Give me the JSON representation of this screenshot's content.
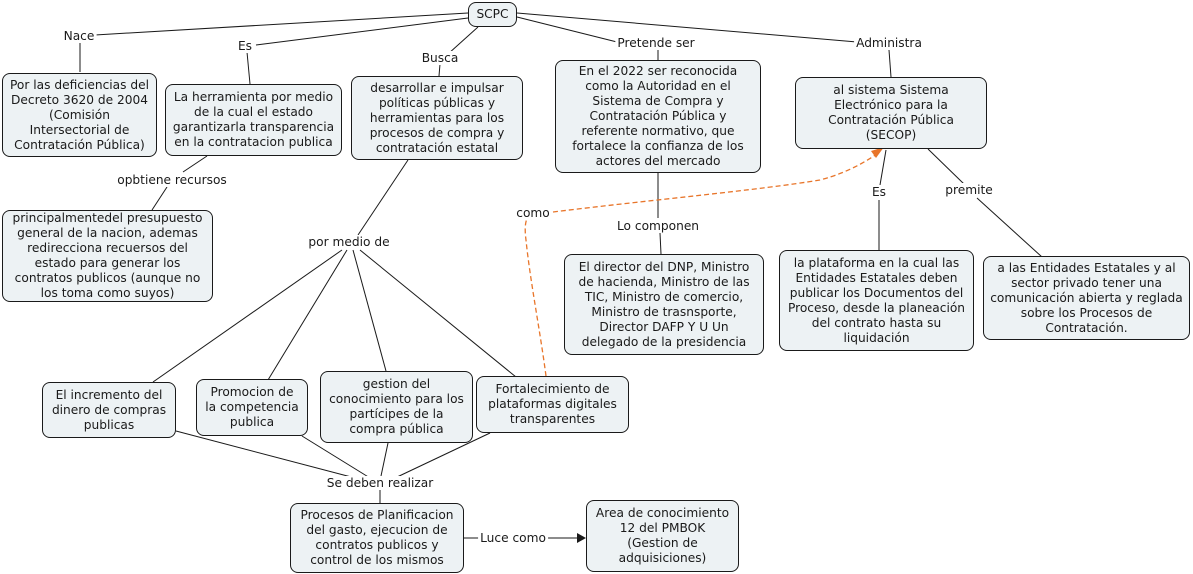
{
  "concept_map": {
    "root": "SCPC",
    "nodes": {
      "nace": "Por las deficiencias del\nDecreto 3620 de 2004\n(Comisión\nIntersectorial de\nContratación Pública)",
      "es": "La herramienta por medio\nde la cual el estado\ngarantizarla transparencia\nen la contratacion publica",
      "recursos": "principalmentedel presupuesto\ngeneral de la nacion, ademas\nredirecciona recuersos del\nestado para generar los\ncontratos publicos (aunque no\nlos toma como suyos)",
      "busca": "desarrollar e impulsar\npolíticas públicas y\nherramientas para los\nprocesos de compra y\ncontratación estatal",
      "pretende": "En el 2022 ser reconocida\ncomo la Autoridad en el\nSistema de Compra y\nContratación Pública y\nreferente normativo, que\nfortalece la confianza de los\nactores del mercado",
      "componen": "El director del DNP, Ministro\nde hacienda, Ministro de las\nTIC, Ministro de comercio,\nMinistro de trasnsporte,\nDirector DAFP Y U Un\ndelegado de la presidencia",
      "secop": "al sistema Sistema\nElectrónico para la\nContratación Pública\n(SECOP)",
      "plataforma": "la plataforma en la cual las\nEntidades Estatales deben\npublicar los Documentos del\nProceso, desde la planeación\ndel contrato hasta su\nliquidación",
      "permite": "a las Entidades Estatales y al\nsector privado tener una\ncomunicación abierta y reglada\nsobre los Procesos de\nContratación.",
      "incremento": "El incremento del\ndinero de compras\npublicas",
      "promocion": "Promocion de\nla competencia\npublica",
      "gestion": "gestion del\nconocimiento para los\npartícipes de la\ncompra pública",
      "fortalecimiento": "Fortalecimiento de\nplataformas digitales\ntransparentes",
      "procesos": "Procesos de Planificacion\ndel gasto, ejecucion de\ncontratos publicos y\ncontrol de los mismos",
      "pmbok": "Area de conocimiento\n12 del PMBOK\n(Gestion de\nadquisiciones)"
    },
    "links": {
      "nace": "Nace",
      "es": "Es",
      "busca": "Busca",
      "pretende": "Pretende ser",
      "administra": "Administra",
      "recursos": "opbtiene recursos",
      "medio": "por medio de",
      "componen": "Lo componen",
      "como": "como",
      "secop_es": "Es",
      "premite": "premite",
      "realizar": "Se deben realizar",
      "luce": "Luce como"
    },
    "colors": {
      "node_fill": "#edf2f4",
      "line": "#1a1a1a",
      "dashed_link": "#e8752a"
    }
  }
}
